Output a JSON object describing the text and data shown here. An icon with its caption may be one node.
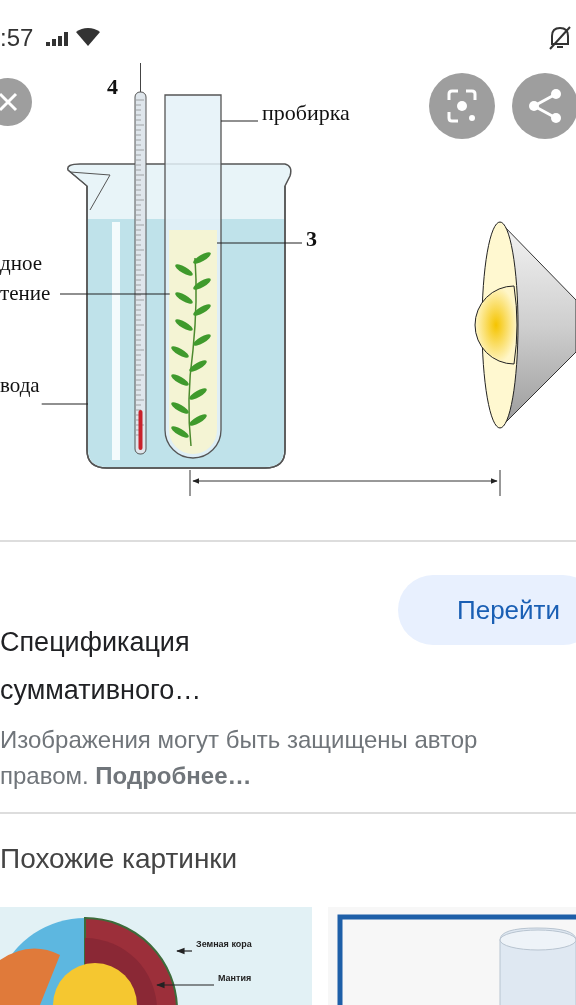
{
  "diagram": {
    "nodes": [
      {
        "text": [
          "пробирка"
        ]
      },
      {
        "text": [],
        "shape": "picture"
      },
      {
        "text": [
          "3"
        ]
      },
      {
        "text": [],
        "shape": "picture"
      },
      {
        "text": [
          "дное тение"
        ]
      },
      {
        "text": [],
        "shape": "picture",
        "in": 3
      },
      {
        "text": [
          "вода"
        ]
      },
      {
        "text": [],
        "shape": "picture"
      },
      {
        "text": [
          "Земная кора"
        ]
      },
      {
        "text": [],
        "shape": "picture"
      },
      {
        "text": [
          "Мантия"
        ]
      },
      {
        "text": [],
        "shape": "picture",
        "in": 9
      }
    ],
    "edges": [
      {
        "from": 0,
        "to": 1,
        "arrow": "none"
      },
      {
        "from": 2,
        "to": 3,
        "arrow": "none"
      },
      {
        "from": 4,
        "to": 5,
        "arrow": "none"
      },
      {
        "from": 6,
        "to": 7,
        "arrow": "none"
      },
      {
        "from": 8,
        "to": 9,
        "arrow": "to"
      },
      {
        "from": 10,
        "to": 11,
        "arrow": "to"
      }
    ],
    "labels": [
      ":57",
      "4",
      "Спецификация суммативного…",
      "Перейти",
      "Изображения могут быть защищены автор",
      "правом. **Подробнее…**",
      "Похожие картинки"
    ]
  }
}
